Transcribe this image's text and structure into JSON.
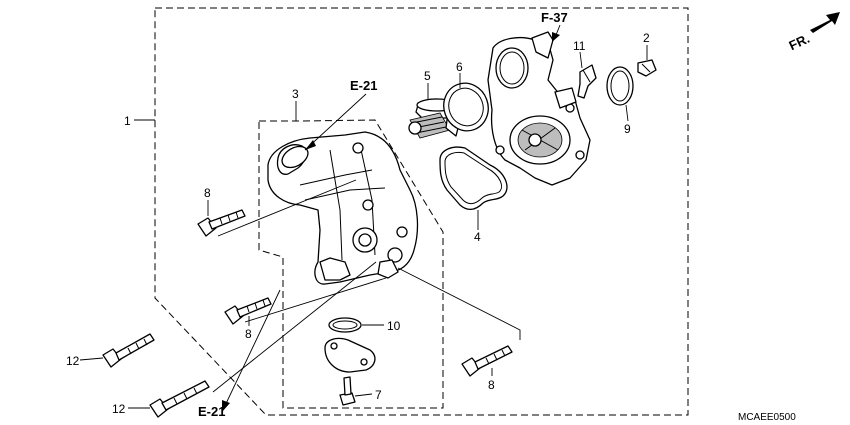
{
  "callouts": {
    "c1": "1",
    "c2": "2",
    "c3": "3",
    "c4": "4",
    "c5": "5",
    "c6": "6",
    "c7": "7",
    "c8a": "8",
    "c8b": "8",
    "c8c": "8",
    "c9": "9",
    "c10": "10",
    "c11": "11",
    "c12a": "12",
    "c12b": "12"
  },
  "refs": {
    "e21_top": "E-21",
    "e21_bottom": "E-21",
    "f37": "F-37",
    "front": "FR."
  },
  "diagram_code": "MCAEE0500"
}
